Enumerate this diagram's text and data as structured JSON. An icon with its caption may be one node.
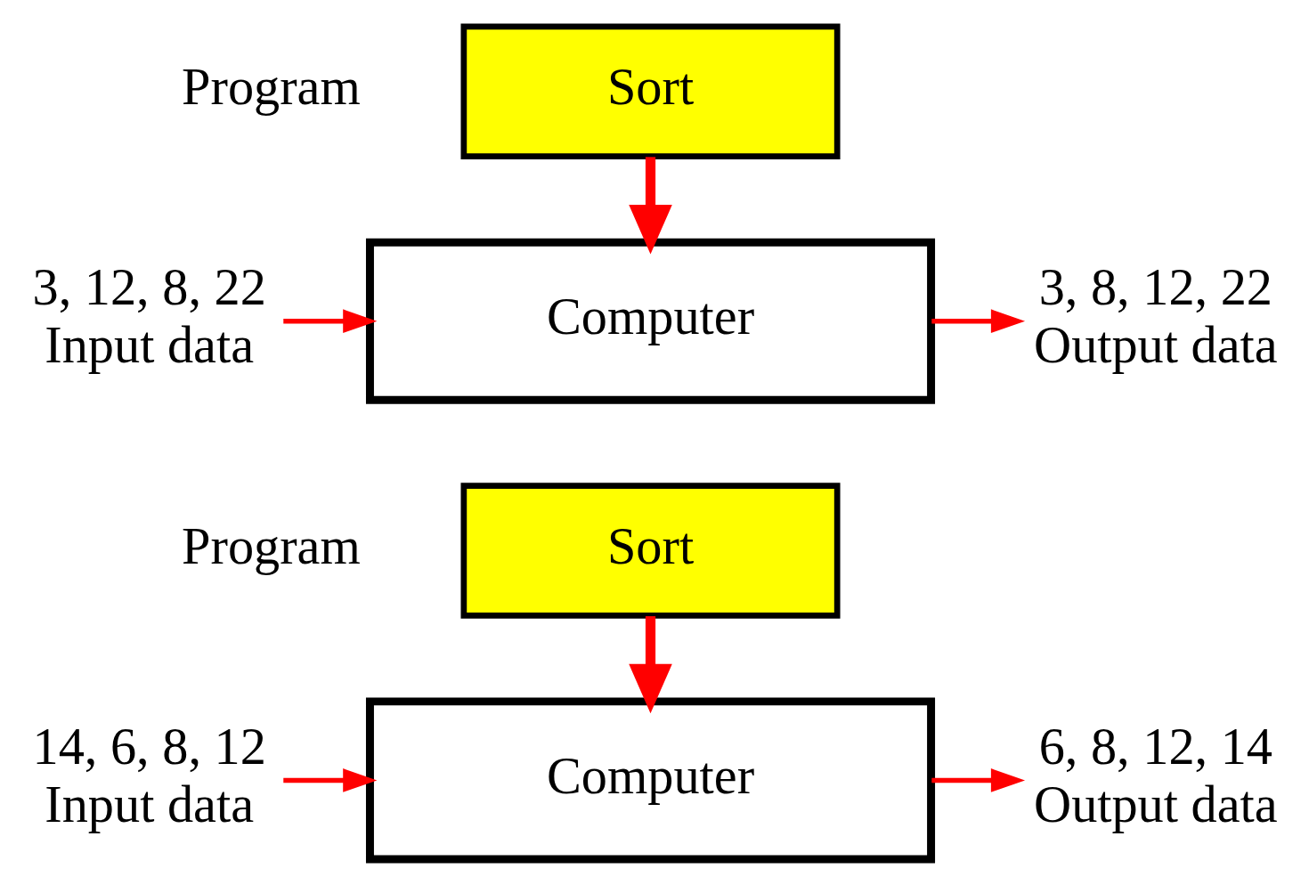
{
  "diagram": {
    "nodes": [
      {
        "text": [
          "Sort"
        ],
        "beside": [
          "Program"
        ]
      },
      {
        "text": [
          "Computer"
        ]
      },
      {
        "text": [
          "3, 12, 8, 22",
          "Input data"
        ]
      },
      {
        "text": [
          "3, 8, 12, 22",
          "Output data"
        ]
      },
      {
        "text": [
          "Sort"
        ],
        "beside": [
          "Program"
        ]
      },
      {
        "text": [
          "Computer"
        ]
      },
      {
        "text": [
          "14, 6, 8, 12",
          "Input data"
        ]
      },
      {
        "text": [
          "6, 8, 12, 14",
          "Output data"
        ]
      }
    ],
    "edges": [
      {
        "from": 0,
        "to": 1,
        "arrow": "to",
        "style": "thick"
      },
      {
        "from": 2,
        "to": 1,
        "arrow": "to"
      },
      {
        "from": 1,
        "to": 3,
        "arrow": "to"
      },
      {
        "from": 4,
        "to": 5,
        "arrow": "to",
        "style": "thick"
      },
      {
        "from": 6,
        "to": 5,
        "arrow": "to"
      },
      {
        "from": 5,
        "to": 7,
        "arrow": "to"
      }
    ]
  }
}
